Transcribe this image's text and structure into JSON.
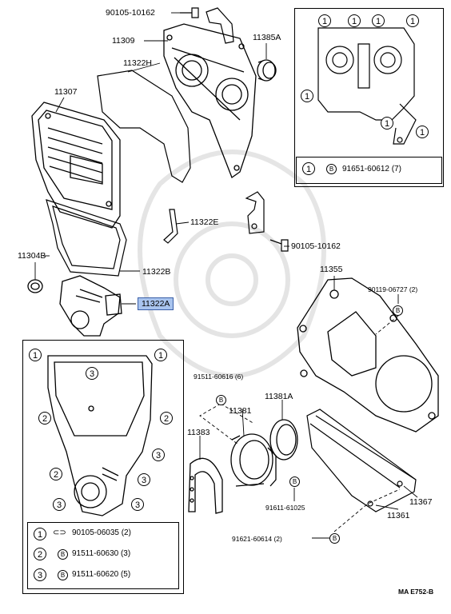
{
  "page_code": "MA E752-B",
  "parts": {
    "p90105_10162_top": "90105-10162",
    "p11309": "11309",
    "p11385A": "11385A",
    "p11322H": "11322H",
    "p11307": "11307",
    "p11322E": "11322E",
    "p90105_10162_mid": "90105-10162",
    "p11304B": "11304B",
    "p11322B": "11322B",
    "p11322A": "11322A",
    "p11355": "11355",
    "p90119_06727": "90119-06727 (2)",
    "p91511_60616": "91511-60616 (6)",
    "p11381A": "11381A",
    "p11381": "11381",
    "p11383": "11383",
    "p91611_61025": "91611-61025",
    "p11367": "11367",
    "p11361": "11361",
    "p91621_60614": "91621-60614 (2)"
  },
  "legend_top": {
    "mark": "1",
    "bolt": "B",
    "part": "91651-60612 (7)"
  },
  "legend_bottom": [
    {
      "mark": "1",
      "part": "90105-06035 (2)"
    },
    {
      "mark": "2",
      "bolt": "B",
      "part": "91511-60630 (3)"
    },
    {
      "mark": "3",
      "bolt": "B",
      "part": "91511-60620 (5)"
    }
  ],
  "callout_numbers": [
    "1",
    "2",
    "3"
  ]
}
